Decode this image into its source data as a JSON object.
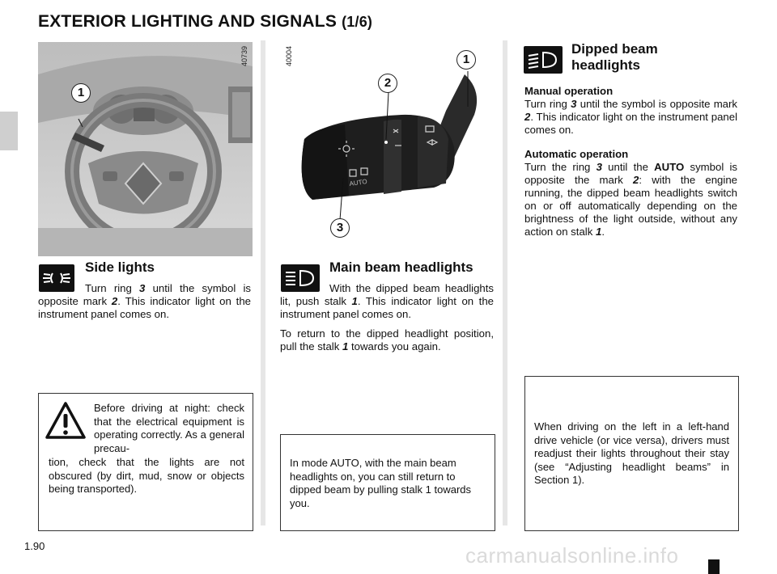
{
  "header": {
    "title": "EXTERIOR LIGHTING AND SIGNALS",
    "title_suffix": "(1/6)"
  },
  "figures": {
    "dashboard": {
      "ref": "40739",
      "callout": "1"
    },
    "stalk": {
      "ref": "40004",
      "callouts": [
        "1",
        "2",
        "3"
      ],
      "ring_text": "AUTO"
    }
  },
  "icons": {
    "side_lights": "side-lights-icon",
    "main_beam": "main-beam-icon",
    "dipped_beam": "dipped-beam-icon",
    "warning": "warning-triangle-icon"
  },
  "side_lights": {
    "heading": "Side lights",
    "t1": "Turn ring ",
    "n3": "3",
    "t2": " until the symbol is opposite mark ",
    "n2": "2",
    "t3": ". This indicator light on the instrument panel comes on."
  },
  "main_beam": {
    "heading": "Main beam headlights",
    "p1_t1": "With the dipped beam headlights lit, push stalk ",
    "p1_n1": "1",
    "p1_t2": ". This indicator light on the instrument panel comes on.",
    "p2_t1": "To return to the dipped headlight position, pull the stalk ",
    "p2_n1": "1",
    "p2_t2": " towards you again."
  },
  "dipped_beam": {
    "heading": "Dipped beam headlights",
    "manual_head": "Manual operation",
    "manual_t1": "Turn ring ",
    "manual_n3": "3",
    "manual_t2": " until the symbol is opposite mark ",
    "manual_n2": "2",
    "manual_t3": ". This indicator light on the instrument panel comes on.",
    "auto_head": "Automatic operation",
    "auto_t1": "Turn the ring ",
    "auto_n3": "3",
    "auto_t2": " until the ",
    "auto_word": "AUTO",
    "auto_t3": " symbol is opposite the mark ",
    "auto_n2": "2",
    "auto_t4": ": with the engine running, the dipped beam headlights switch on or off automatically depending on the brightness of the light outside, without any action on stalk ",
    "auto_n1": "1",
    "auto_t5": "."
  },
  "warning_box": {
    "text_top": "Before driving at night: check that the electrical equipment is operating correctly. As a general precau-",
    "text_bottom": "tion, check that the lights are not obscured (by dirt, mud, snow or objects being transported)."
  },
  "auto_box": {
    "text": "In mode AUTO, with the main beam headlights on, you can still return to dipped beam by pulling stalk 1 towards you."
  },
  "lhd_box": {
    "text": "When driving on the left in a left-hand drive vehicle (or vice versa), drivers must readjust their lights throughout their stay (see “Adjusting headlight beams” in Section 1)."
  },
  "footer": {
    "page_number": "1.90",
    "watermark": "carmanualsonline.info"
  }
}
